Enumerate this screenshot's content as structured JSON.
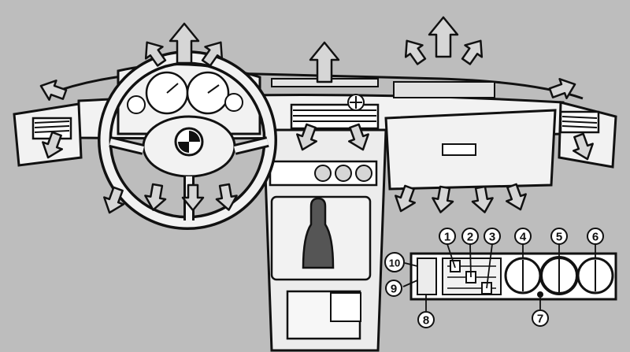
{
  "figure": {
    "subject": "car dashboard ventilation and heater controls illustration",
    "colors": {
      "background": "#bdbdbd",
      "line": "#111111",
      "fill_light": "#f2f2f2",
      "fill_mid": "#d6d6d6"
    },
    "icons": [
      "airflow-arrow",
      "brand-emblem",
      "gear-shift-lever",
      "vent-grille",
      "rotary-knob",
      "slider-control"
    ]
  },
  "callouts": [
    {
      "id": "1",
      "label": "1"
    },
    {
      "id": "2",
      "label": "2"
    },
    {
      "id": "3",
      "label": "3"
    },
    {
      "id": "4",
      "label": "4"
    },
    {
      "id": "5",
      "label": "5"
    },
    {
      "id": "6",
      "label": "6"
    },
    {
      "id": "7",
      "label": "7"
    },
    {
      "id": "8",
      "label": "8"
    },
    {
      "id": "9",
      "label": "9"
    },
    {
      "id": "10",
      "label": "10"
    }
  ]
}
